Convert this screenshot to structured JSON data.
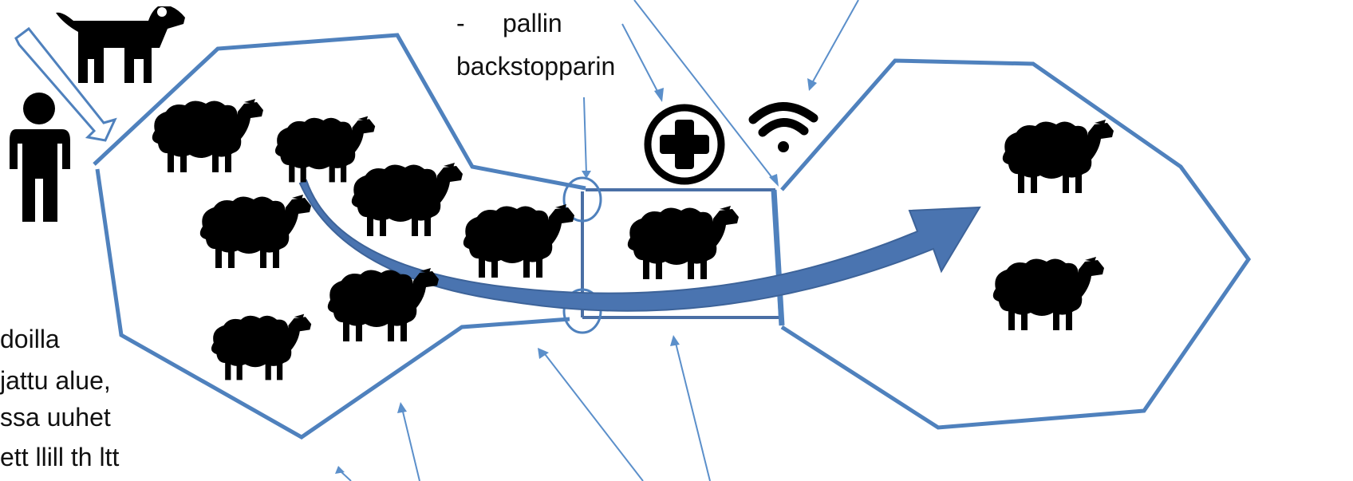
{
  "labels": {
    "dash_item": "-",
    "item_pallin": "pallin",
    "item_backstopparin": "backstopparin",
    "left_text": [
      "doilla",
      "jattu alue,",
      "ssa uuhet",
      "ett llill th ltt"
    ]
  },
  "icons": [
    "dog-icon",
    "person-icon",
    "sheep-icon",
    "medical-plus-icon",
    "wifi-icon",
    "curved-arrow"
  ],
  "colors": {
    "outline": "#4f81bd",
    "pointer": "#5b8fca",
    "arrow_fill": "#4a74b0",
    "silhouette": "#000000"
  }
}
